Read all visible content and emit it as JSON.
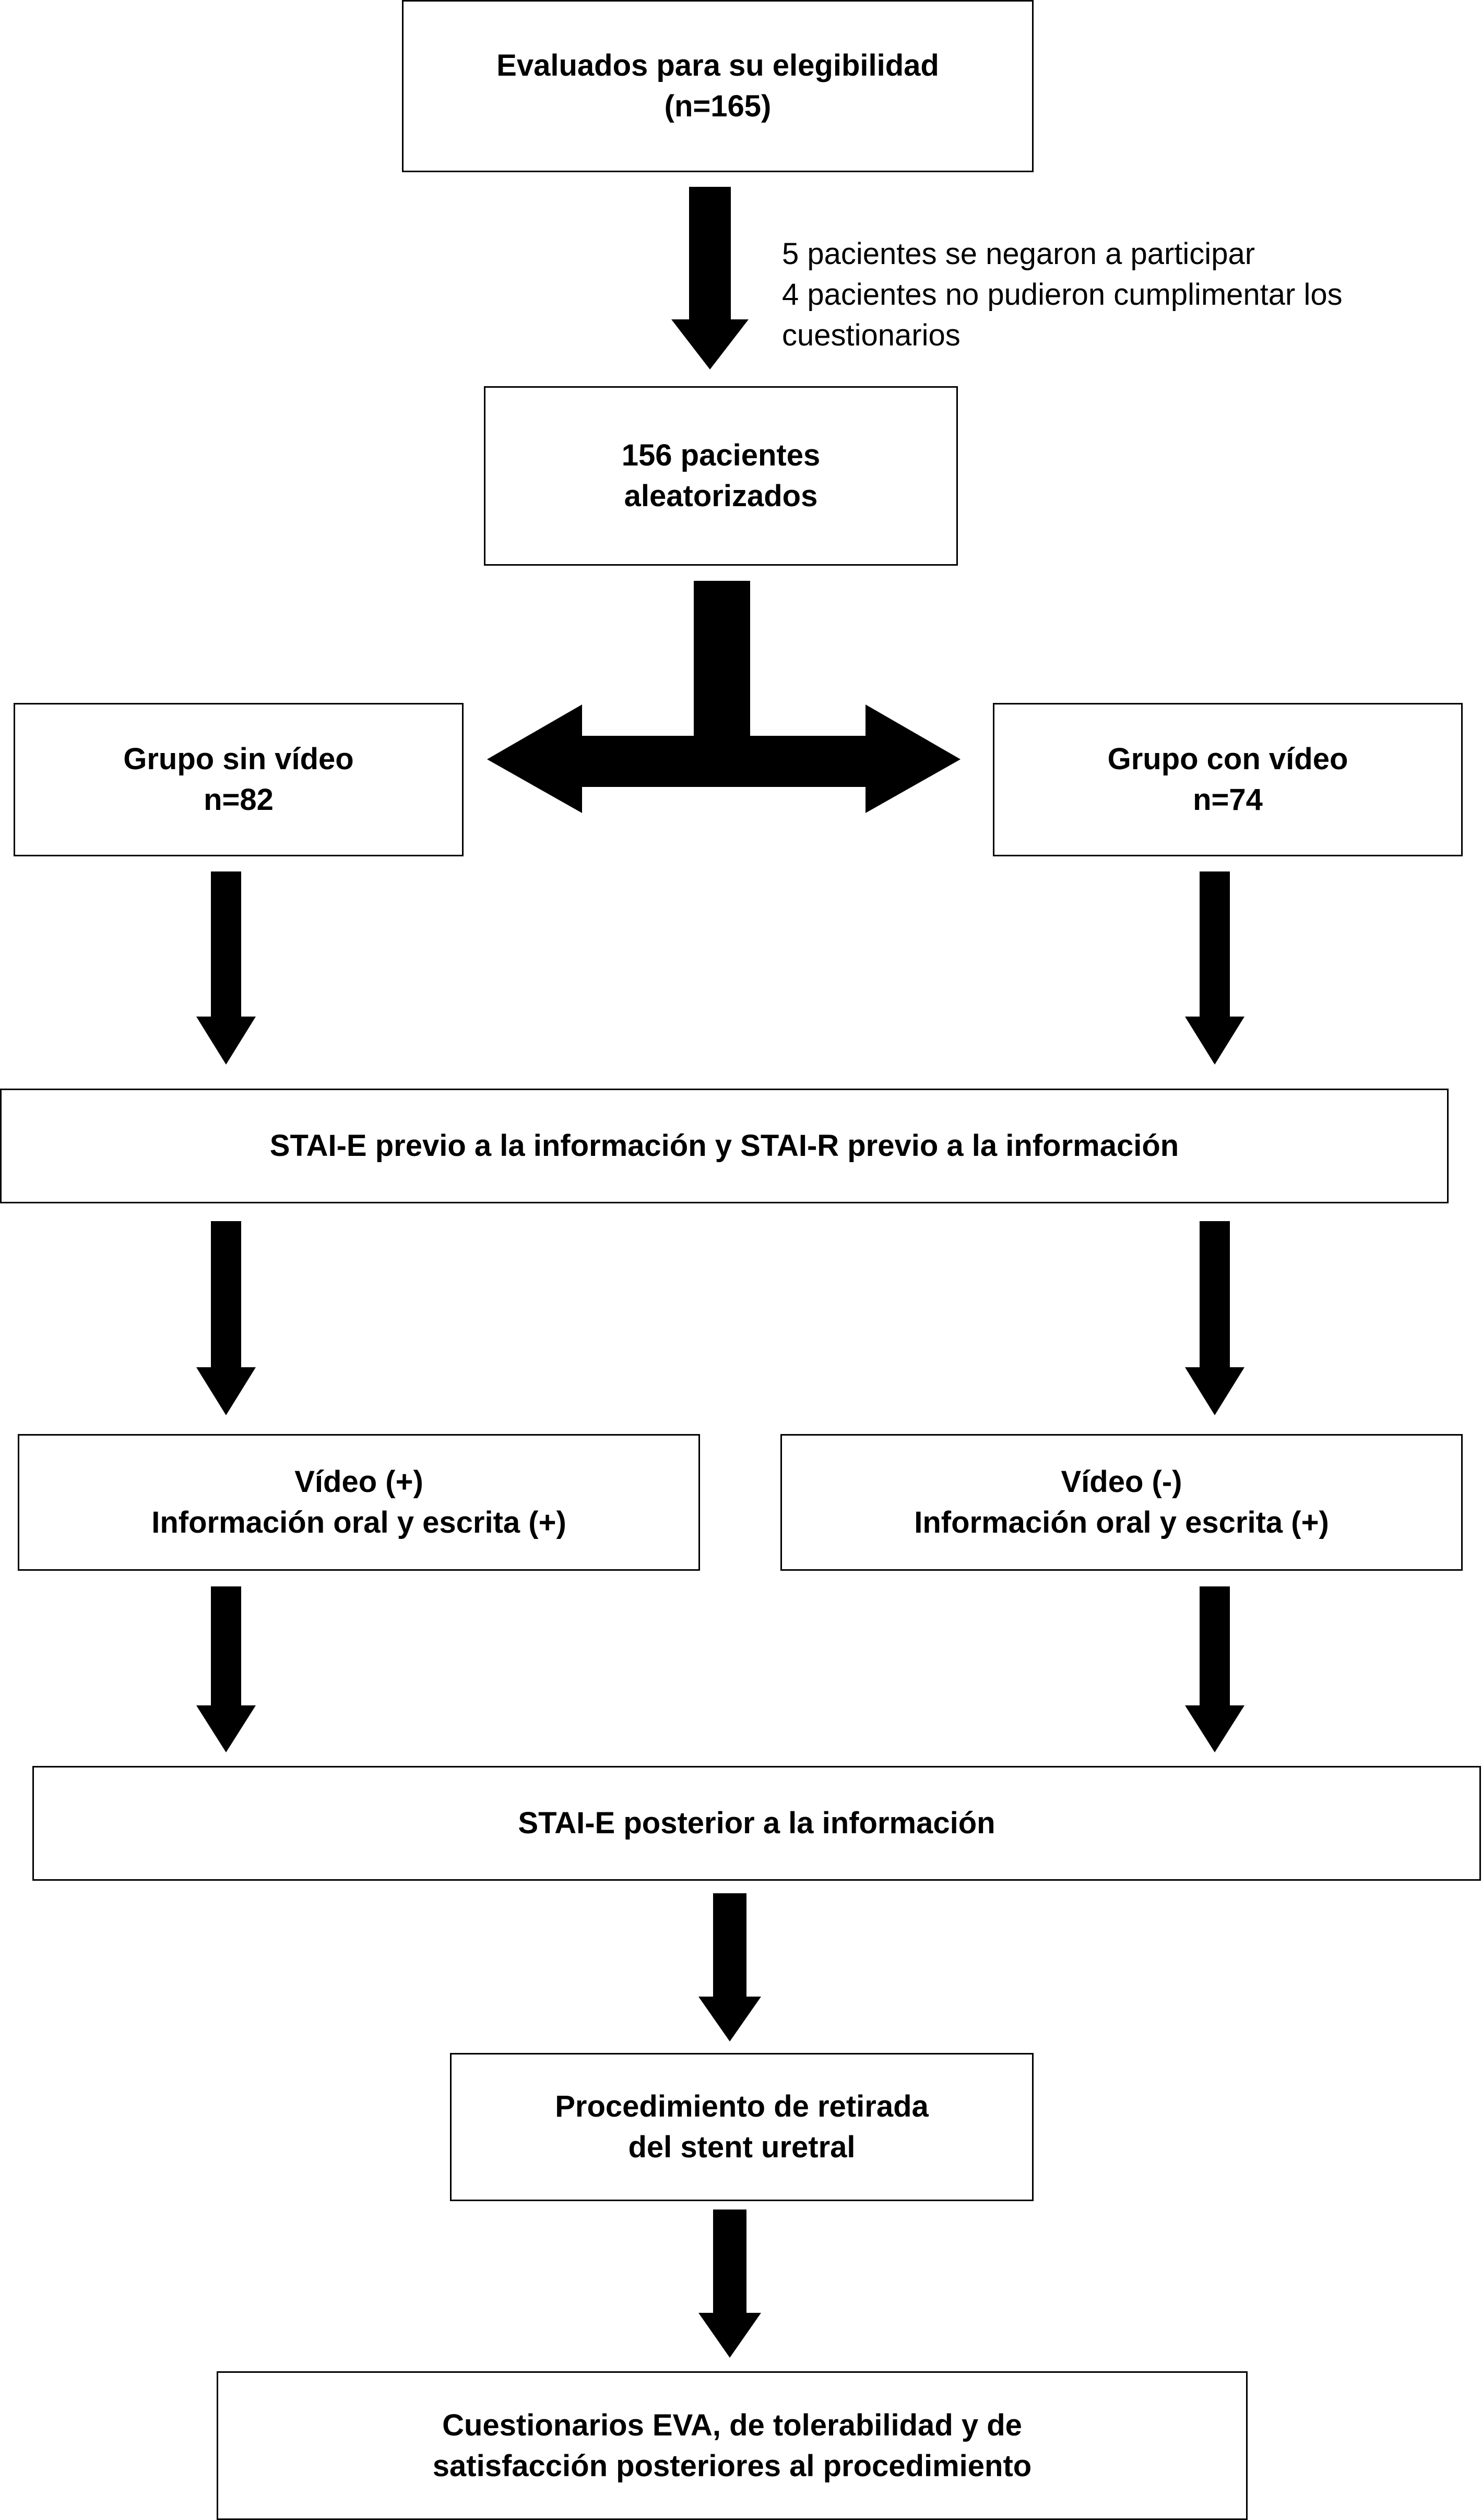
{
  "boxes": {
    "eligibility": {
      "line1": "Evaluados para su elegibilidad",
      "line2": "(n=165)"
    },
    "randomized": {
      "line1": "156 pacientes",
      "line2": "aleatorizados"
    },
    "group_no_video": {
      "line1": "Grupo sin vídeo",
      "line2": "n=82"
    },
    "group_video": {
      "line1": "Grupo con vídeo",
      "line2": "n=74"
    },
    "stai_before": {
      "line1": "STAI-E previo a la información y STAI-R previo a la información"
    },
    "video_plus": {
      "line1": "Vídeo (+)",
      "line2": "Información oral y escrita (+)"
    },
    "video_minus": {
      "line1": "Vídeo (-)",
      "line2": "Información oral y escrita (+)"
    },
    "stai_after": {
      "line1": "STAI-E posterior a la información"
    },
    "procedure": {
      "line1": "Procedimiento de retirada",
      "line2": "del stent uretral"
    },
    "questionnaires": {
      "line1": "Cuestionarios EVA, de tolerabilidad y de",
      "line2": "satisfacción posteriores al procedimiento"
    }
  },
  "exclusion_note": {
    "line1": "5 pacientes se negaron a participar",
    "line2": "4 pacientes no pudieron cumplimentar los",
    "line3": "cuestionarios"
  }
}
